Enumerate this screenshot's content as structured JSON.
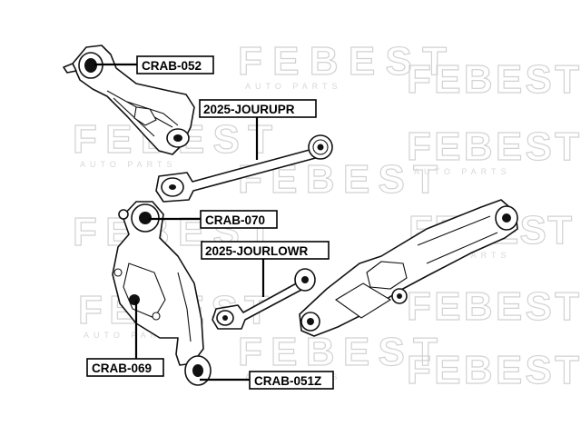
{
  "watermark": {
    "brand": "FEBEST",
    "sub": "AUTO PARTS"
  },
  "labels": {
    "crab_052": "CRAB-052",
    "jourupr": "2025-JOURUPR",
    "crab_070": "CRAB-070",
    "jourlowr": "2025-JOURLOWR",
    "crab_069": "CRAB-069",
    "crab_051z": "CRAB-051Z"
  }
}
